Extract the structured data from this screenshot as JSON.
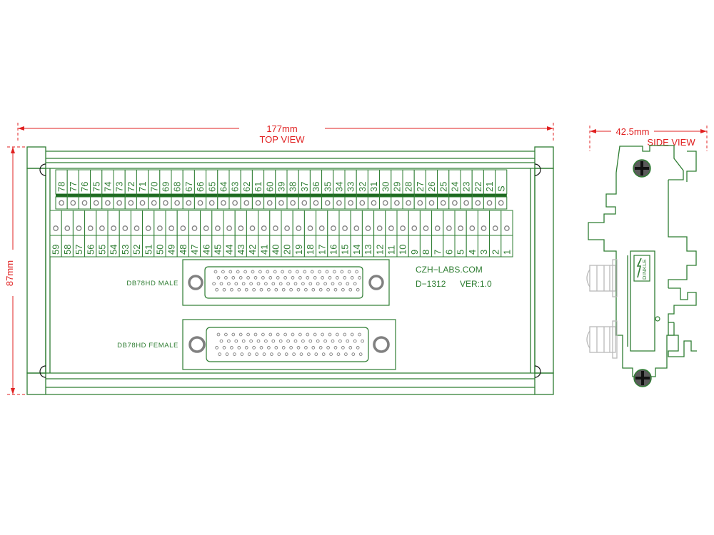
{
  "drawing": {
    "background_color": "#ffffff",
    "line_color": "#2e7d32",
    "dim_color": "#e02020",
    "hole_color": "#808080",
    "bar_color": "#1f6b22",
    "screw_color": "#5a5a5a"
  },
  "top_view": {
    "title": "TOP  VIEW",
    "width_dimension": "177mm",
    "height_dimension": "87mm",
    "terminal_top_row": {
      "labels": [
        "78",
        "77",
        "76",
        "75",
        "74",
        "73",
        "72",
        "71",
        "70",
        "69",
        "68",
        "67",
        "66",
        "65",
        "64",
        "63",
        "62",
        "61",
        "60",
        "39",
        "38",
        "37",
        "36",
        "35",
        "34",
        "33",
        "32",
        "31",
        "30",
        "29",
        "28",
        "27",
        "26",
        "25",
        "24",
        "23",
        "22",
        "21",
        "S"
      ],
      "count": 39
    },
    "terminal_bottom_row": {
      "labels": [
        "59",
        "58",
        "57",
        "56",
        "55",
        "54",
        "53",
        "52",
        "51",
        "50",
        "49",
        "48",
        "47",
        "46",
        "45",
        "44",
        "43",
        "42",
        "41",
        "40",
        "20",
        "19",
        "18",
        "17",
        "16",
        "15",
        "14",
        "13",
        "12",
        "11",
        "10",
        "9",
        "8",
        "7",
        "6",
        "5",
        "4",
        "3",
        "2",
        "1"
      ],
      "count": 40
    },
    "connectors": [
      {
        "label": "DB78HD MALE",
        "pin_rows": [
          20,
          20,
          20,
          20
        ]
      },
      {
        "label": "DB78HD FEMALE",
        "pin_rows": [
          20,
          20,
          20,
          20
        ]
      }
    ],
    "markings": {
      "brand": "CZH−LABS.COM",
      "part_number": "D−1312",
      "version": "VER:1.0"
    }
  },
  "side_view": {
    "title": "SIDE  VIEW",
    "width_dimension": "42.5mm",
    "rail_brand": "DINKLE"
  }
}
